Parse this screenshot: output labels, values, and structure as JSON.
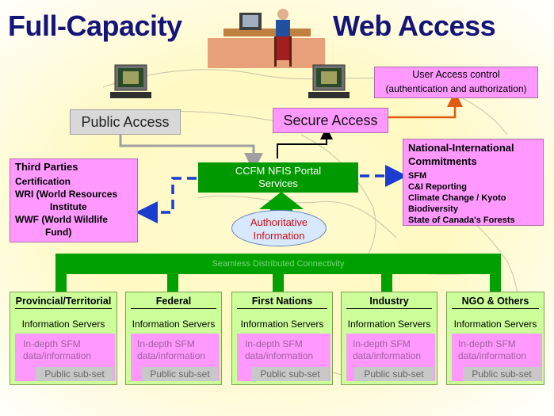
{
  "title": {
    "left": "Full-Capacity",
    "right": "Web Access"
  },
  "user_access": {
    "title": "User Access control",
    "subtitle": "(authentication and authorization)"
  },
  "public_access": "Public Access",
  "secure_access": "Secure Access",
  "third_parties": {
    "title": "Third Parties",
    "items": [
      "Certification",
      "WRI (World Resources",
      "Institute",
      "WWF (World Wildlife",
      "Fund)"
    ]
  },
  "portal": {
    "line1": "CCFM NFIS Portal",
    "line2": "Services"
  },
  "authoritative": {
    "line1": "Authoritative",
    "line2": "Information"
  },
  "national": {
    "title_line1": "National-International",
    "title_line2": "Commitments",
    "items": [
      "SFM",
      "C&I Reporting",
      "Climate Change / Kyoto",
      "Biodiversity",
      "State of Canada's Forests"
    ]
  },
  "connectivity": "Seamless Distributed Connectivity",
  "groups": [
    {
      "name": "Provincial/Territorial",
      "servers": "Information Servers",
      "indepth1": "In-depth SFM",
      "indepth2": "data/information",
      "public": "Public sub-set"
    },
    {
      "name": "Federal",
      "servers": "Information Servers",
      "indepth1": "In-depth SFM",
      "indepth2": "data/information",
      "public": "Public sub-set"
    },
    {
      "name": "First Nations",
      "servers": "Information Servers",
      "indepth1": "In-depth SFM",
      "indepth2": "data/information",
      "public": "Public sub-set"
    },
    {
      "name": "Industry",
      "servers": "Information Servers",
      "indepth1": "In-depth SFM",
      "indepth2": "data/information",
      "public": "Public sub-set"
    },
    {
      "name": "NGO & Others",
      "servers": "Information Servers",
      "indepth1": "In-depth SFM",
      "indepth2": "data/information",
      "public": "Public sub-set"
    }
  ],
  "colors": {
    "green": "#00a000",
    "pink": "#ff99ff",
    "light_green": "#ccff99",
    "blue_arrow": "#1a3ccf",
    "orange_arrow": "#e05a10",
    "title": "#14147a"
  }
}
